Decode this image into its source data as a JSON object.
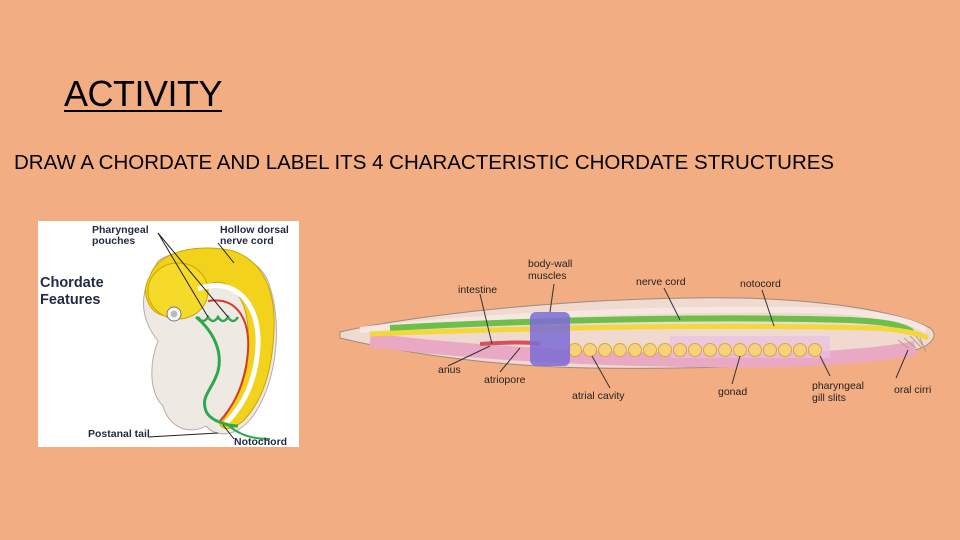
{
  "slide": {
    "title": "ACTIVITY",
    "instruction": "DRAW A CHORDATE AND LABEL ITS 4 CHARACTERISTIC CHORDATE STRUCTURES"
  },
  "embryo_figure": {
    "heading": "Chordate\nFeatures",
    "labels": {
      "pharyngeal_pouches": "Pharyngeal\npouches",
      "hollow_dorsal_nerve_cord": "Hollow dorsal\nnerve cord",
      "postanal_tail": "Postanal tail",
      "notochord": "Notochord"
    }
  },
  "lancelet_figure": {
    "labels": {
      "body_wall_muscles": "body-wall\nmuscles",
      "intestine": "intestine",
      "nerve_cord": "nerve cord",
      "notocord": "notocord",
      "anus": "anus",
      "atriopore": "atriopore",
      "atrial_cavity": "atrial cavity",
      "gonad": "gonad",
      "pharyngeal_gill_slits": "pharyngeal\ngill slits",
      "oral_cirri": "oral cirri"
    }
  }
}
